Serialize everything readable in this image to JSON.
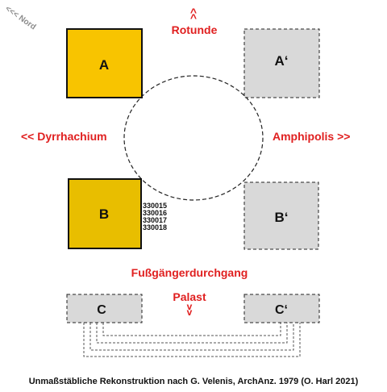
{
  "north_label": "<<< Nord",
  "top_arrow": "^",
  "top_label": "Rotunde",
  "left_label": "<<  Dyrrhachium",
  "right_label": "Amphipolis  >>",
  "middle_label": "Fußgängerdurchgang",
  "bottom_label": "Palast",
  "bottom_arrow": "v",
  "box_labels": {
    "a": "A",
    "a_prime": "A‘",
    "b": "B",
    "b_prime": "B‘",
    "c": "C",
    "c_prime": "C‘"
  },
  "inscription_ids": [
    "330015",
    "330016",
    "330017",
    "330018"
  ],
  "caption": "Unmaßstäbliche Rekonstruktion nach G. Velenis, ArchAnz. 1979 (O. Harl  2021)",
  "colors": {
    "label_red": "#e02020",
    "box_a_fill": "#f8c400",
    "box_b_fill": "#e8be00",
    "box_grey_fill": "#d9d9d9"
  }
}
